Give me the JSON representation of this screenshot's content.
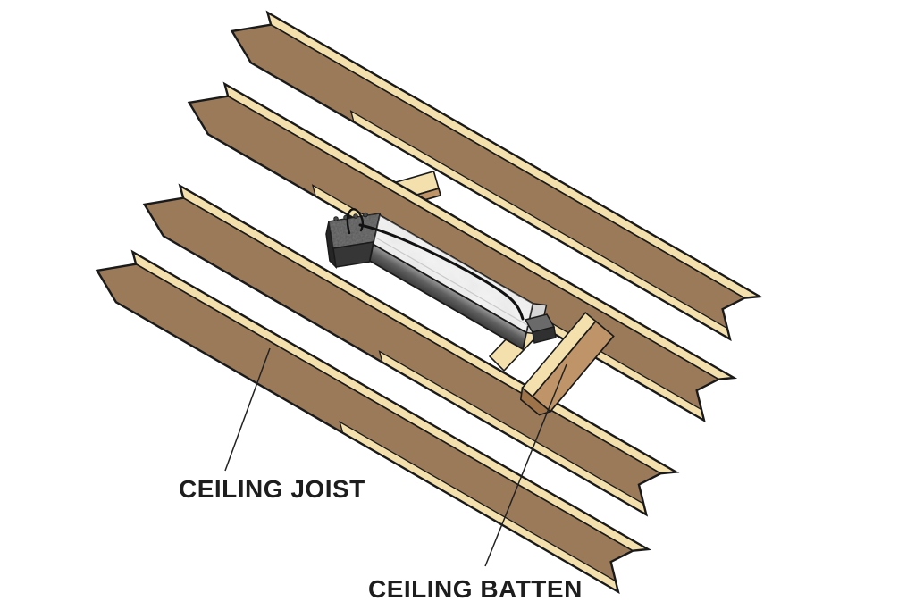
{
  "page": {
    "background": "#ffffff"
  },
  "labels": {
    "joist": "CEILING JOIST",
    "batten": "CEILING BATTEN"
  },
  "illustration": {
    "description": "Isometric cutaway of four parallel timber ceiling joists; a light fixture wrapped in white insulation with a junction box and black power cable sits between the two middle joists, supported on two perpendicular ceiling battens.",
    "joist_count": 4,
    "colors": {
      "wood_face": "#9a7a59",
      "wood_edge": "#f3e0ad",
      "batten_face": "#bf9468",
      "batten_end": "#9e7349",
      "outline": "#1a1a1a",
      "fixture_wrap": "#f6f6f6",
      "cable": "#111111",
      "label_text": "#1d1d1d"
    }
  }
}
